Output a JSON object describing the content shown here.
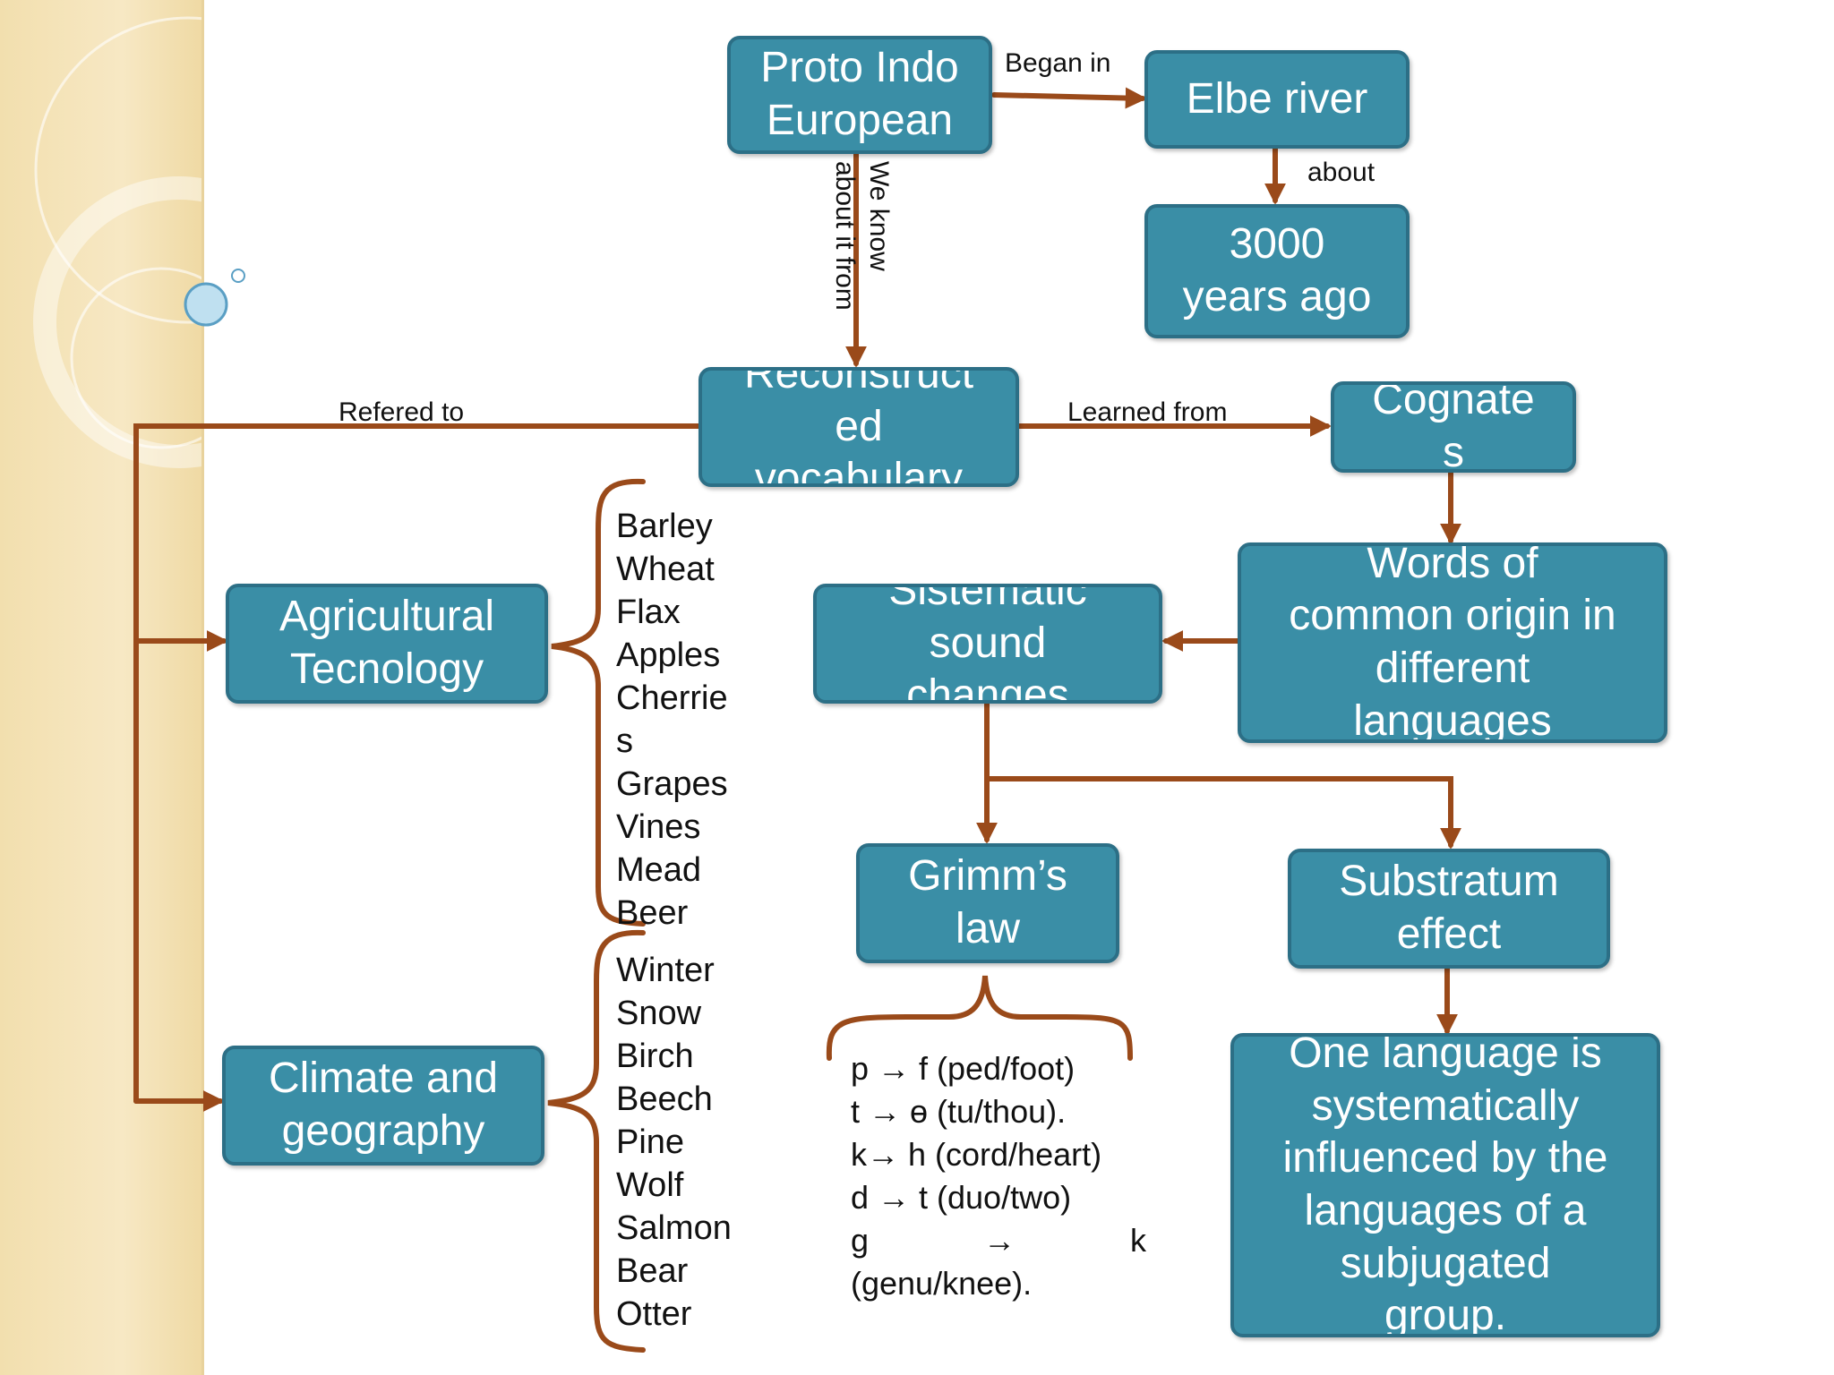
{
  "nodes": {
    "proto": "Proto Indo\nEuropean",
    "elbe": "Elbe river",
    "years": "3000\nyears ago",
    "reconstructed": "Reconstruct\ned\nvocabulary",
    "cognates": "Cognate\ns",
    "words": "Words of\ncommon origin in\ndifferent\nlanguages",
    "sistematic": "Sistematic\nsound\nchanges",
    "agricultural": "Agricultural\nTecnology",
    "climate": "Climate and\ngeography",
    "grimm": "Grimm’s\nlaw",
    "substratum": "Substratum\neffect",
    "one_language": "One language is\nsystematically\ninfluenced by the\nlanguages of a\nsubjugated\ngroup."
  },
  "edge_labels": {
    "began_in": "Began in",
    "about": "about",
    "we_know": "We know\nabout it from",
    "refered_to": "Refered to",
    "learned_from": "Learned from"
  },
  "agricultural_items": [
    "Barley",
    "Wheat",
    "Flax",
    "Apples",
    "Cherrie",
    "s",
    "Grapes",
    "Vines",
    "Mead",
    "Beer"
  ],
  "climate_items": [
    "Winter",
    "Snow",
    "Birch",
    "Beech",
    "Pine",
    "Wolf",
    "Salmon",
    "Bear",
    "Otter"
  ],
  "grimm_rules": [
    "p → f (ped/foot)",
    "t → ɵ (tu/thou).",
    "k→ h (cord/heart)",
    "d → t (duo/two)",
    "g",
    "→",
    "k",
    "(genu/knee)."
  ],
  "colors": {
    "node_fill": "#3a8ea6",
    "node_border": "#2c6f86",
    "connector": "#9a4a1a",
    "sidebar": "#f2dfae"
  }
}
